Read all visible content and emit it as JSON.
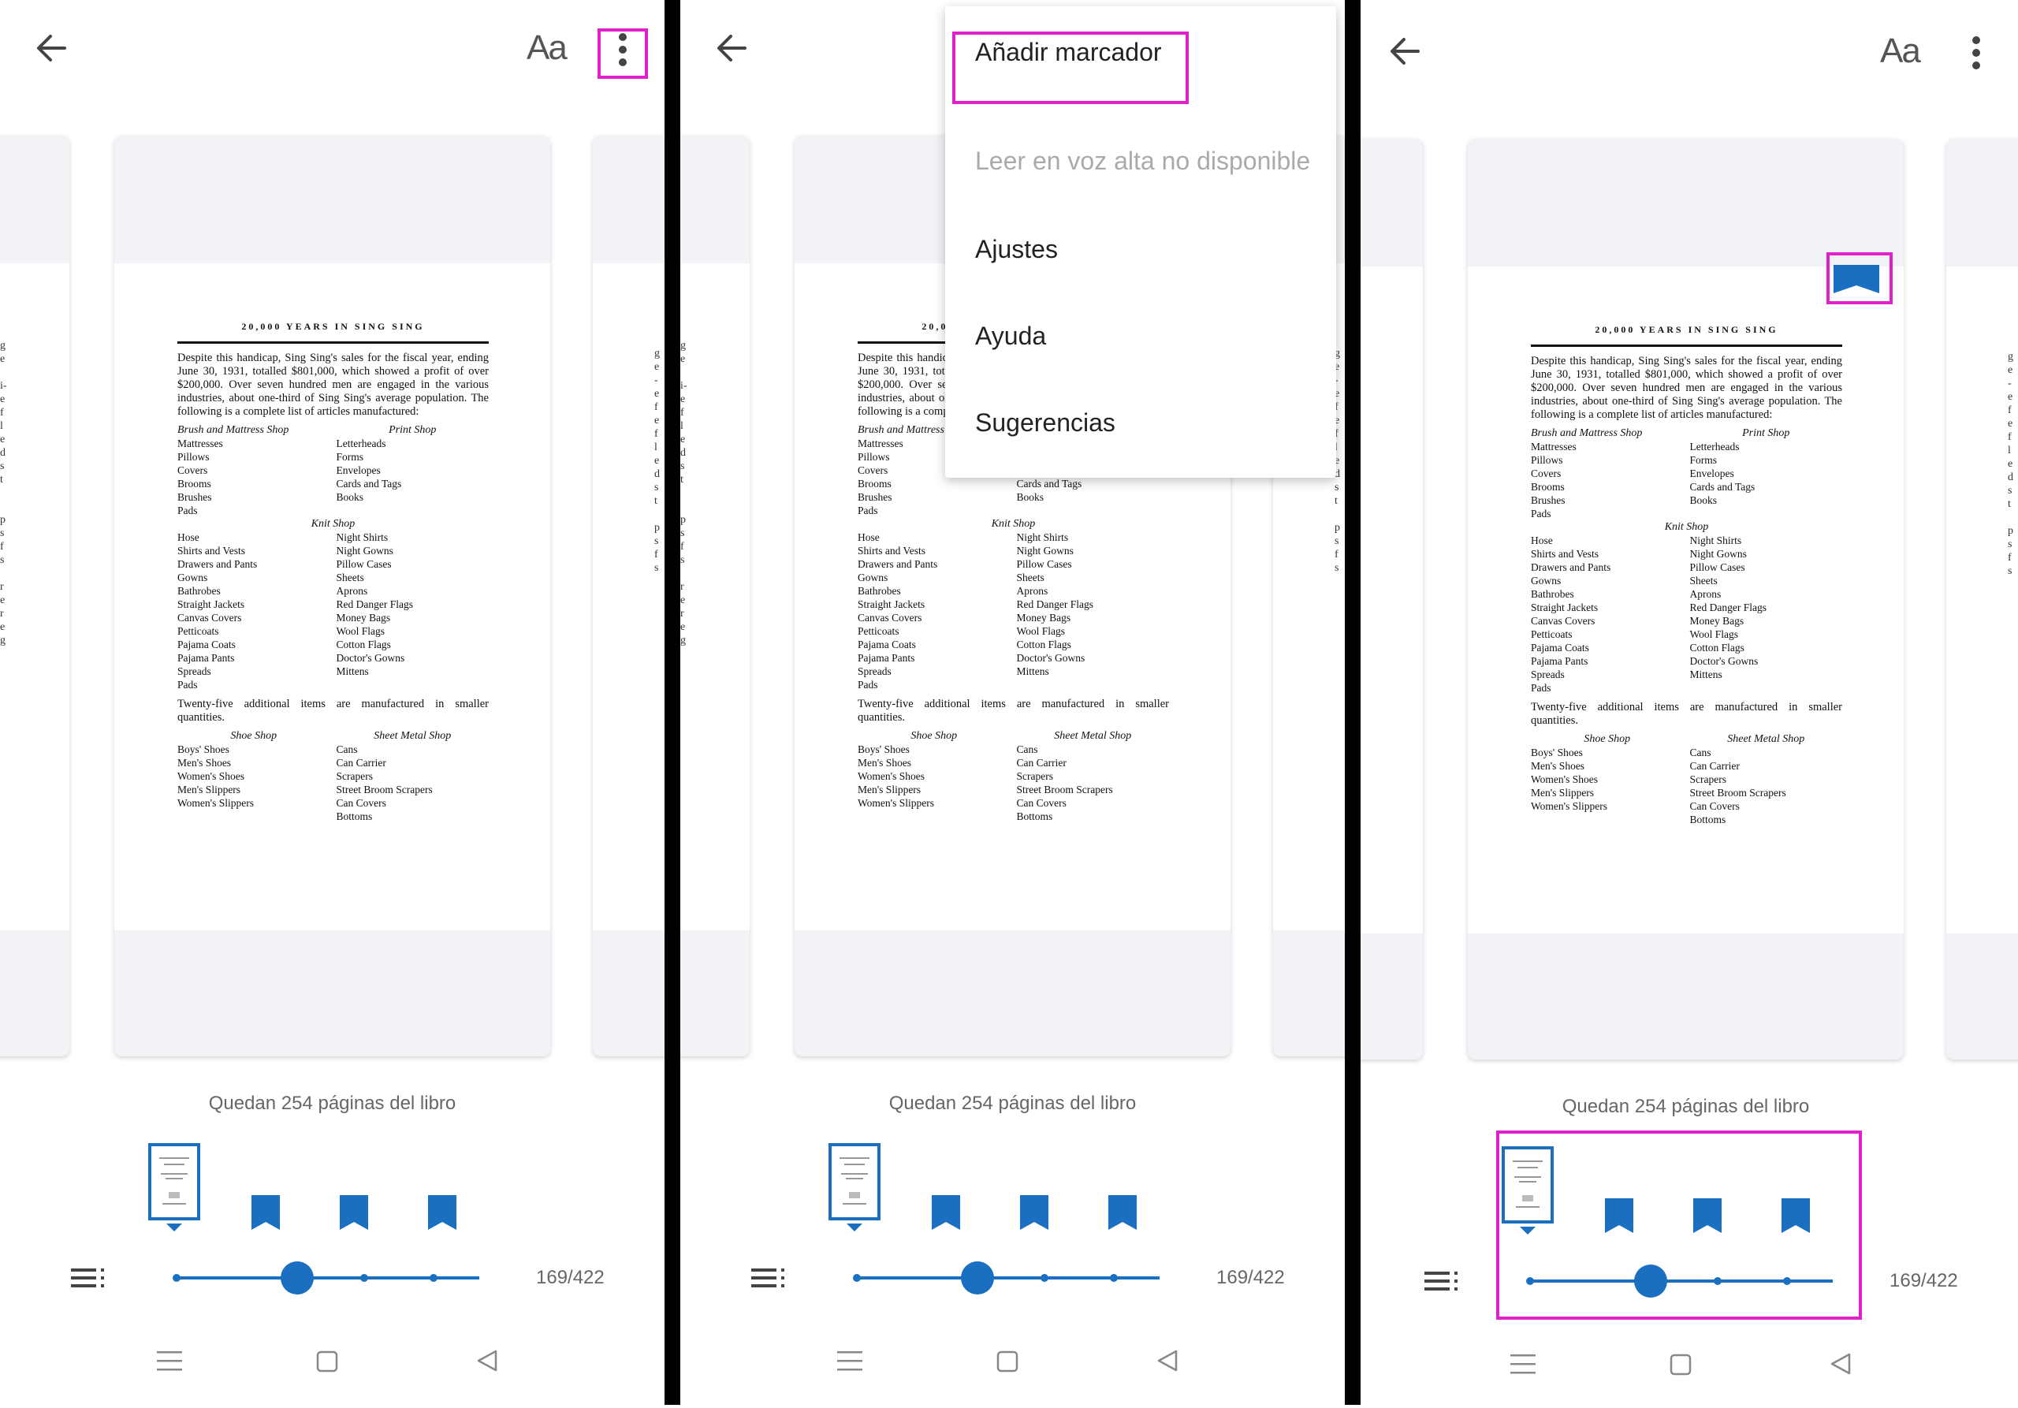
{
  "font_label": "Aa",
  "remaining_text": "Quedan 254 páginas del libro",
  "page_counter": "169/422",
  "progress": {
    "current_page": 169,
    "total_pages": 422
  },
  "menu": {
    "items": [
      {
        "label": "Añadir marcador",
        "enabled": true
      },
      {
        "label": "Leer en voz alta no disponible",
        "enabled": false
      },
      {
        "label": "Ajustes",
        "enabled": true
      },
      {
        "label": "Ayuda",
        "enabled": true
      },
      {
        "label": "Sugerencias",
        "enabled": true
      }
    ]
  },
  "colors": {
    "accent": "#1a6fc0",
    "highlight": "#e020c8",
    "divider": "#000000"
  },
  "book_page": {
    "running_head": "20,000 YEARS IN SING SING",
    "paragraph": "Despite this handicap, Sing Sing's sales for the fiscal year, ending June 30, 1931, totalled $801,000, which showed a profit of over $200,000. Over seven hundred men are engaged in the various industries, about one-third of Sing Sing's average population. The following is a complete list of articles manufactured:",
    "brush_shop": {
      "heading": "Brush and Mattress Shop",
      "items": [
        "Mattresses",
        "Pillows",
        "Covers",
        "Brooms",
        "Brushes",
        "Pads"
      ]
    },
    "print_shop": {
      "heading": "Print Shop",
      "items": [
        "Letterheads",
        "Forms",
        "Envelopes",
        "Cards and Tags",
        "Books"
      ]
    },
    "knit_heading": "Knit Shop",
    "knit_left": [
      "Hose",
      "Shirts and Vests",
      "Drawers and Pants",
      "Gowns",
      "Bathrobes",
      "Straight Jackets",
      "Canvas Covers",
      "Petticoats",
      "Pajama Coats",
      "Pajama Pants",
      "Spreads",
      "Pads"
    ],
    "knit_right": [
      "Night Shirts",
      "Night Gowns",
      "Pillow Cases",
      "Sheets",
      "Aprons",
      "Red Danger Flags",
      "Money Bags",
      "Wool Flags",
      "Cotton Flags",
      "Doctor's Gowns",
      "Mittens"
    ],
    "note": "Twenty-five additional items are manufactured in smaller quantities.",
    "shoe_shop": {
      "heading": "Shoe Shop",
      "items": [
        "Boys' Shoes",
        "Men's Shoes",
        "Women's Shoes",
        "Men's Slippers",
        "Women's Slippers"
      ]
    },
    "metal_shop": {
      "heading": "Sheet Metal Shop",
      "items": [
        "Cans",
        "Can Carrier",
        "Scrapers",
        "Street Broom Scrapers",
        "Can Covers",
        "Bottoms"
      ]
    }
  },
  "icons": {
    "back": "arrow-left-icon",
    "more": "more-vert-icon",
    "toc": "table-of-contents-icon",
    "bookmark": "bookmark-icon",
    "nav_recents": "menu-lines-icon",
    "nav_home": "square-icon",
    "nav_back": "triangle-back-icon"
  }
}
